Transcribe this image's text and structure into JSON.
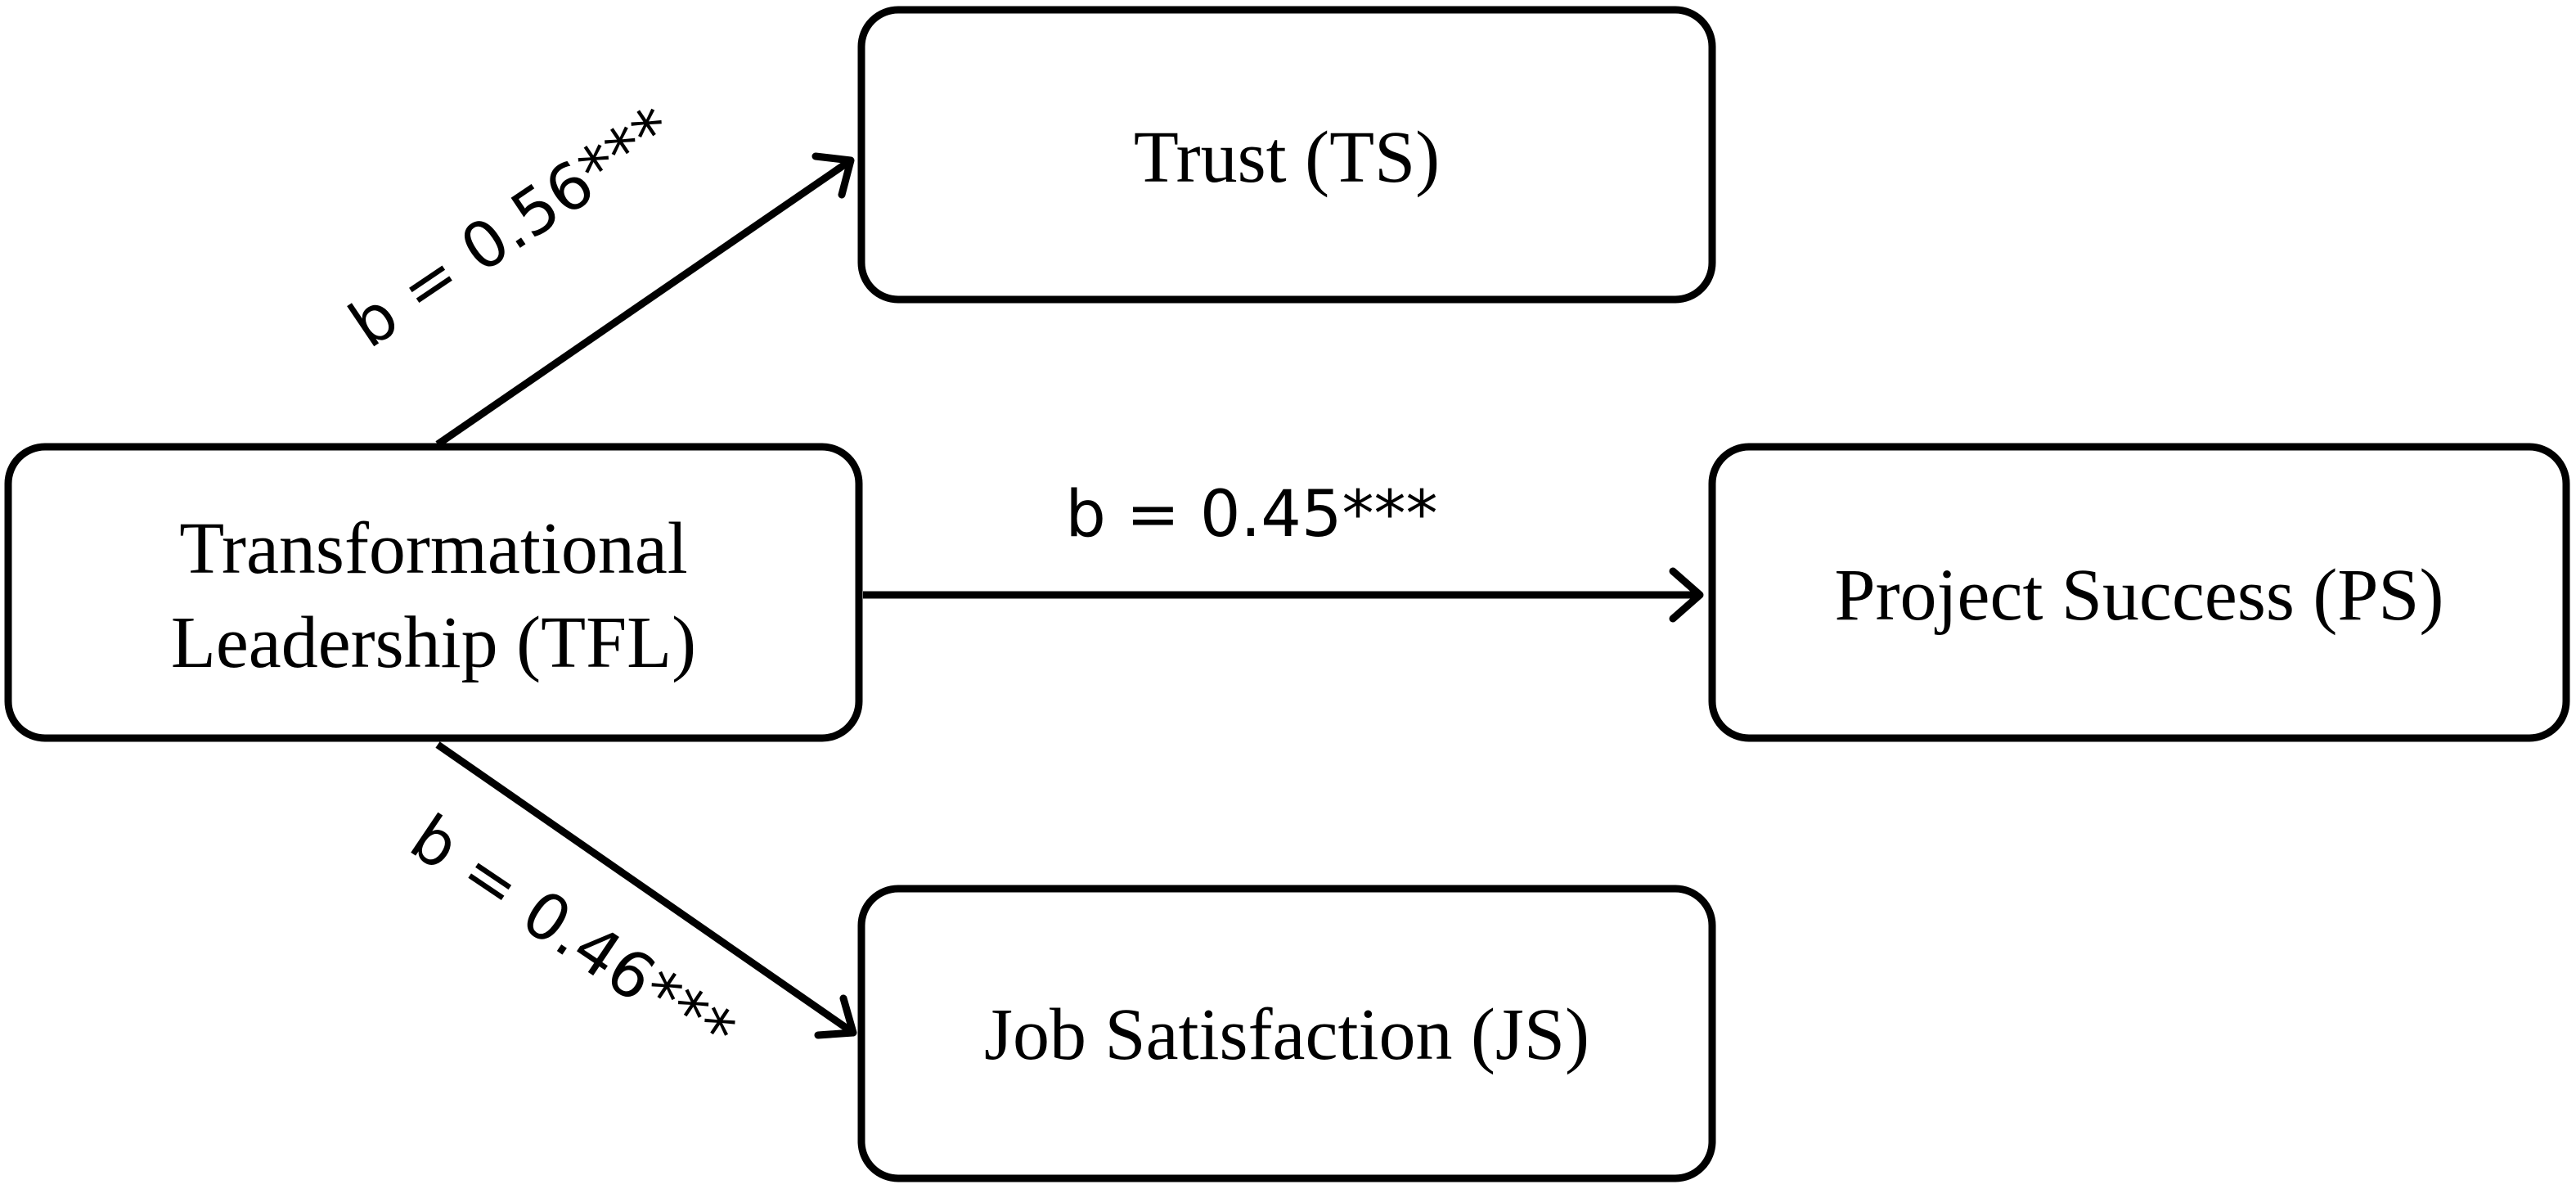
{
  "nodes": {
    "tfl": {
      "line1": "Transformational",
      "line2": "Leadership (TFL)"
    },
    "ts": {
      "label": "Trust (TS)"
    },
    "ps": {
      "label": "Project Success (PS)"
    },
    "js": {
      "label": "Job Satisfaction (JS)"
    }
  },
  "edges": {
    "tfl_ts": {
      "label": "b = 0.56***"
    },
    "tfl_ps": {
      "label": "b = 0.45***"
    },
    "tfl_js": {
      "label": "b = 0.46***"
    }
  }
}
